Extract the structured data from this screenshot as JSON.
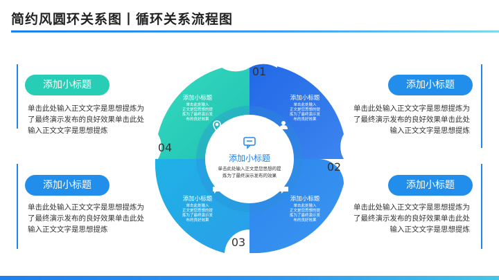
{
  "header": {
    "title": "简约风圆环关系图丨循环关系流程图"
  },
  "colors": {
    "teal": "#27cdb5",
    "blue_dark": "#2f74ea",
    "blue_light": "#20a5e6",
    "blue_mid": "#2f8cee",
    "accent": "#1f86ee"
  },
  "side_items": [
    {
      "title": "添加小标题",
      "text": "单击此处输入正文文字是思想提炼为了最终演示发布的良好效果单击此处输入正文文字是思想提炼"
    },
    {
      "title": "添加小标题",
      "text": "单击此处输入正文文字是思想提炼为了最终演示发布的良好效果单击此处输入正文文字是思想提炼"
    },
    {
      "title": "添加小标题",
      "text": "单击此处输入正文文字是思想提炼为了最终演示发布的良好效果单击此处输入正文文字是思想提炼"
    },
    {
      "title": "添加小标题",
      "text": "单击此处输入正文文字是思想提炼为了最终演示发布的良好效果单击此处输入正文文字是思想提炼"
    }
  ],
  "segments": [
    {
      "number": "01",
      "title": "添加小标题",
      "text_lines": [
        "单击此处输入",
        "正文是您思想的提",
        "炼为了最终演示发",
        "布的良好效果"
      ],
      "icon": "user-icon"
    },
    {
      "number": "02",
      "title": "添加小标题",
      "text_lines": [
        "单击此处输入",
        "正文是您思想的提",
        "炼为了最终演示发",
        "布的良好效果"
      ],
      "icon": "chat-bubble-icon"
    },
    {
      "number": "03",
      "title": "添加小标题",
      "text_lines": [
        "单击此处输入",
        "正文是您思想的提",
        "炼为了最终演示发",
        "布的良好效果"
      ],
      "icon": "chat-bubble-icon"
    },
    {
      "number": "04",
      "title": "添加小标题",
      "text_lines": [
        "单击此处输入",
        "正文是您思想的提",
        "炼为了最终演示发",
        "布的良好效果"
      ],
      "icon": "location-pin-icon"
    }
  ],
  "center": {
    "title": "添加小标题",
    "text_lines": [
      "单击此处输入正文是您思想的提",
      "炼为了最终演示发布的效果"
    ],
    "icon": "chat-bubble-icon"
  }
}
